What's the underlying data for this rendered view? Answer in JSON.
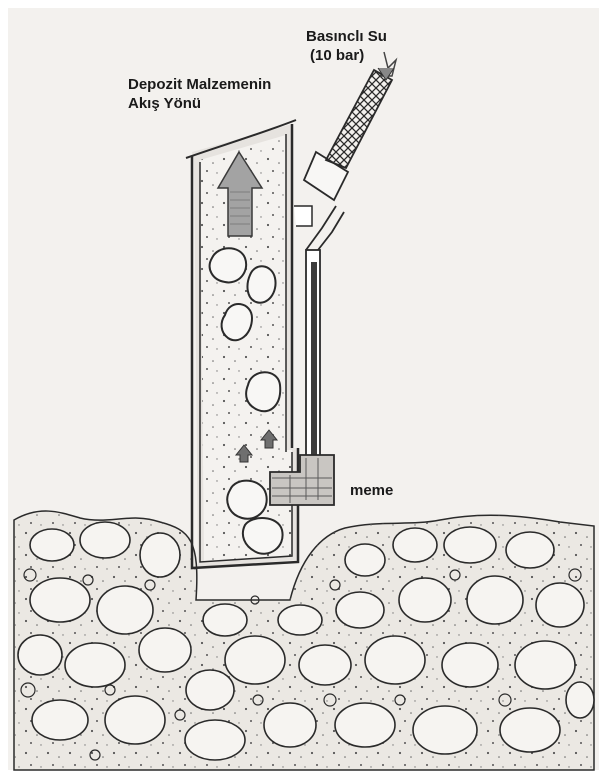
{
  "labels": {
    "water_line1": "Basınclı Su",
    "water_line2": "(10 bar)",
    "flow_line1": "Depozit Malzemenin",
    "flow_line2": "Akış Yönü",
    "nozzle": "meme"
  },
  "colors": {
    "paper": "#f3f1ee",
    "ink": "#2a2a2a",
    "fill_grey": "#dcdcdc",
    "arrow_fill": "#9a9a9a"
  }
}
